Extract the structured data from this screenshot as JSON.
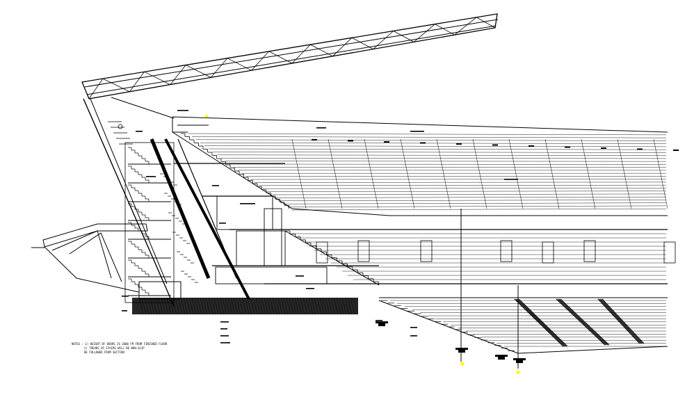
{
  "drawing": {
    "line_color": "#000000",
    "marker_color": "#ffff00",
    "background": "#ffffff"
  },
  "notes": {
    "label": "NOTES :",
    "line1": "1) HEIGHT OF DOORS IS 2000 FM FROM FINISHED FLOOR",
    "line2": "2) TREADS OF STAIRS WILL BE NON-SLIP",
    "line3": "BE FOLLOWED FROM SECTION"
  }
}
